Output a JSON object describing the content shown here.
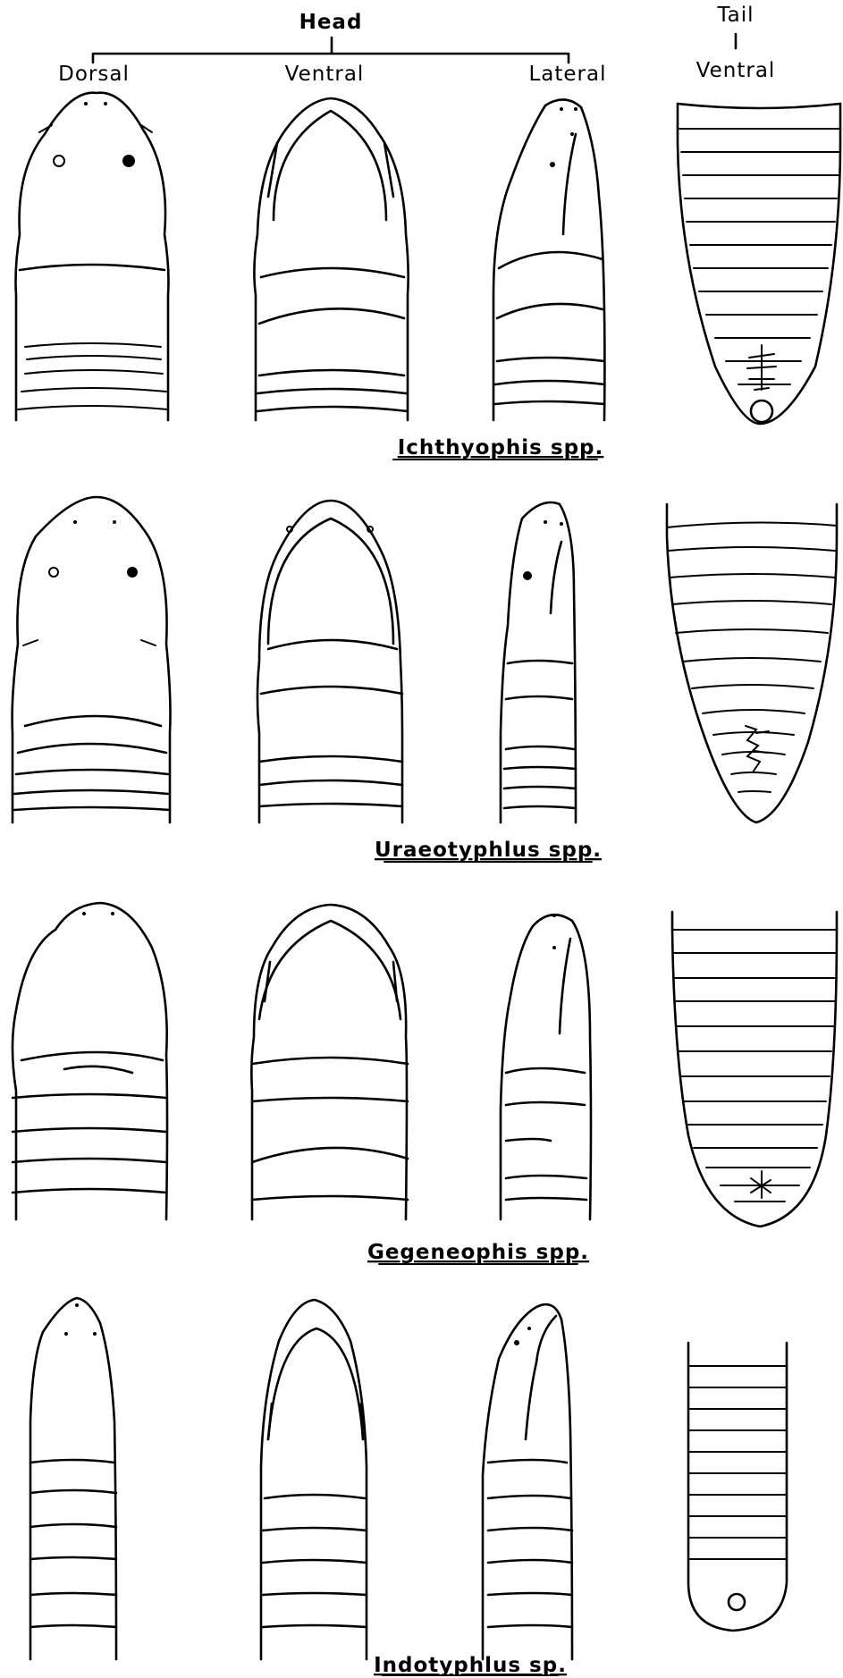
{
  "header": {
    "head_label": "Head",
    "tail_label": "Tail",
    "views": {
      "dorsal": "Dorsal",
      "ventral": "Ventral",
      "lateral": "Lateral",
      "tail_ventral": "Ventral"
    }
  },
  "rows": [
    {
      "caption": "Ichthyophis spp."
    },
    {
      "caption": "Uraeotyphlus spp."
    },
    {
      "caption": "Gegeneophis spp."
    },
    {
      "caption": "Indotyphlus sp."
    }
  ]
}
